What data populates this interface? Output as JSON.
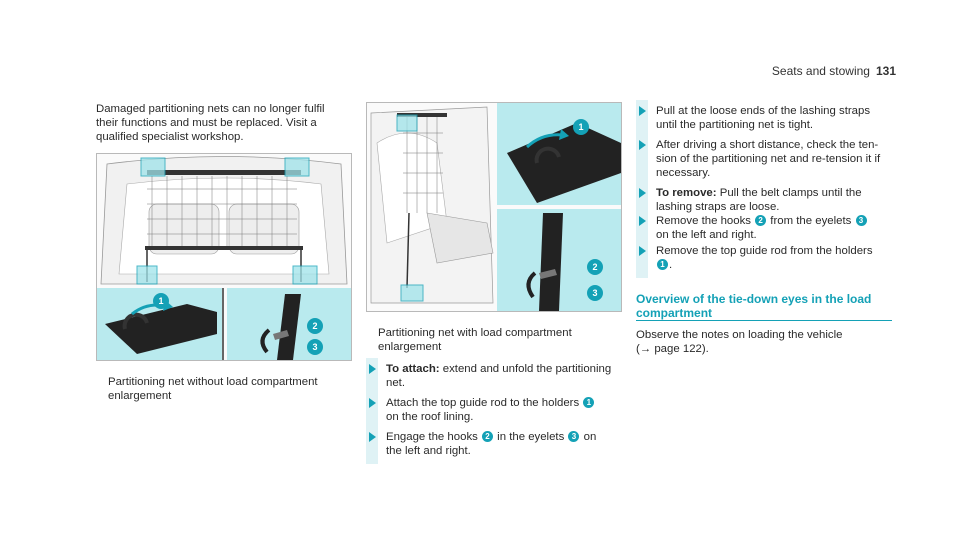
{
  "header": {
    "section": "Seats and stowing",
    "page": "131"
  },
  "left": {
    "paragraph_lines": [
      "Damaged partitioning nets can no longer fulfil",
      "their functions and must be replaced. Visit a",
      "qualified specialist workshop."
    ],
    "caption_lines": [
      "Partitioning net without load compartment",
      "enlargement"
    ],
    "callouts": [
      "1",
      "2",
      "3"
    ]
  },
  "middle": {
    "caption_lines": [
      "Partitioning net with load compartment",
      "enlargement"
    ],
    "callouts": [
      "1",
      "2",
      "3"
    ],
    "steps": [
      {
        "bold": "To attach:",
        "lines": [
          " extend and unfold the partitioning",
          "net."
        ]
      },
      {
        "lines_a": [
          "Attach the top guide rod to the holders "
        ],
        "n1": "1",
        "line2": "on the roof lining."
      },
      {
        "pre": "Engage the hooks ",
        "n1": "2",
        "mid": " in the eyelets ",
        "n2": "3",
        "post": " on",
        "line2": "the left and right."
      }
    ]
  },
  "right": {
    "steps": [
      {
        "lines": [
          "Pull at the loose ends of the lashing straps",
          "until the partitioning net is tight."
        ]
      },
      {
        "lines": [
          "After driving a short distance, check the ten-",
          "sion of the partitioning net and re-tension it if",
          "necessary."
        ]
      },
      {
        "bold": "To remove:",
        "lines": [
          " Pull the belt clamps until the",
          "lashing straps are loose."
        ]
      },
      {
        "pre": "Remove the hooks ",
        "n1": "2",
        "mid": " from the eyelets ",
        "n2": "3",
        "line2": "on the left and right."
      },
      {
        "pre": "Remove the top guide rod from the holders",
        "n1": "1",
        "post": "."
      }
    ],
    "heading_lines": [
      "Overview of the tie-down eyes in the load",
      "compartment"
    ],
    "observe_lines": [
      "Observe the notes on loading the vehicle",
      "(→ page 122)."
    ]
  }
}
